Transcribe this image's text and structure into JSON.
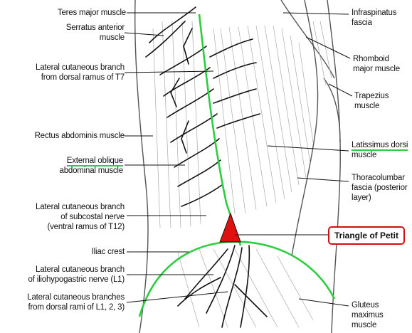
{
  "colors": {
    "highlight_green": "#2ecc40",
    "triangle_red": "#e01010",
    "box_red": "#d01010",
    "leader": "#111111"
  },
  "labels_left": {
    "teres_major": "Teres major muscle",
    "serratus_1": "Serratus anterior",
    "serratus_2": "muscle",
    "lat_t7_1": "Lateral cutaneous branch",
    "lat_t7_2": "from dorsal ramus of T7",
    "rectus": "Rectus abdominis muscle",
    "ext_oblique_1": "External oblique",
    "ext_oblique_2": "abdominal muscle",
    "subcostal_1": "Lateral cutaneous branch",
    "subcostal_2": "of subcostal nerve",
    "subcostal_3": "(ventral ramus of T12)",
    "iliac": "Iliac crest",
    "iliohypo_1": "Lateral cutaneous branch",
    "iliohypo_2": "of iliohypogastric nerve (L1)",
    "dorsal_l_1": "Lateral cutaneous branches",
    "dorsal_l_2": "from dorsal rami of L1, 2, 3)"
  },
  "labels_right": {
    "infraspinatus_1": "Infraspinatus",
    "infraspinatus_2": "fascia",
    "rhomboid_1": "Rhomboid",
    "rhomboid_2": "major muscle",
    "trapezius_1": "Trapezius",
    "trapezius_2": "muscle",
    "latissimus_1": "Latissimus dorsi",
    "latissimus_2": "muscle",
    "thoracolumbar_1": "Thoracolumbar",
    "thoracolumbar_2": "fascia (posterior",
    "thoracolumbar_3": "layer)",
    "petit": "Triangle of Petit",
    "gluteus_1": "Gluteus",
    "gluteus_2": "maximus",
    "gluteus_3": "muscle"
  }
}
